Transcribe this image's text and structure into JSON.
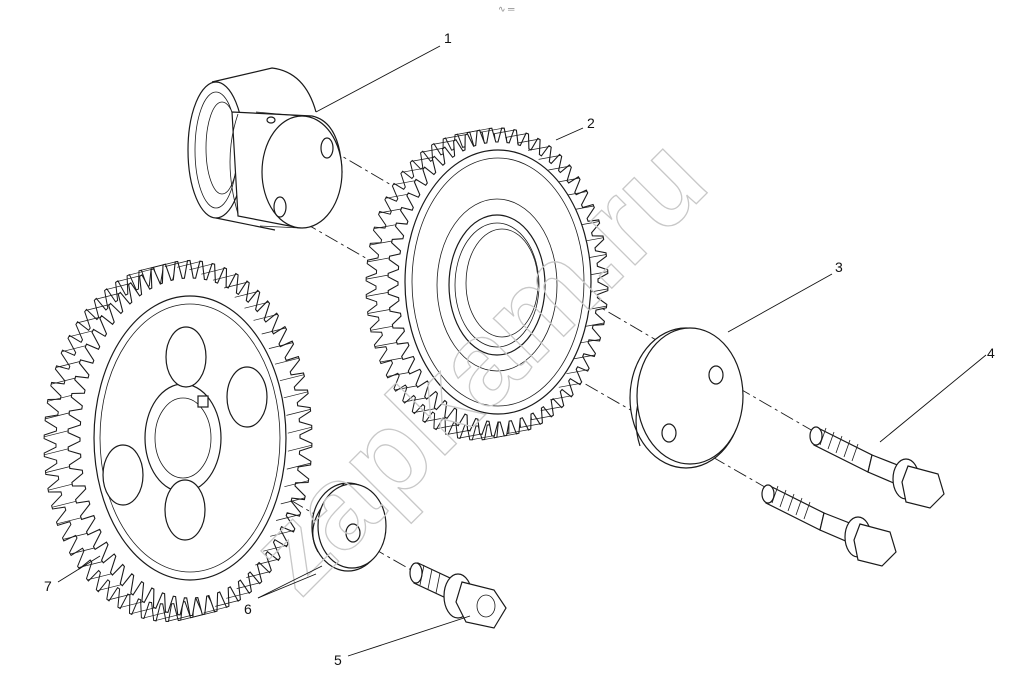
{
  "diagram": {
    "top_mark": "∿ ═",
    "watermark": "zapkam.ru",
    "callouts": [
      {
        "id": "1",
        "label": "1"
      },
      {
        "id": "2",
        "label": "2"
      },
      {
        "id": "3",
        "label": "3"
      },
      {
        "id": "4",
        "label": "4"
      },
      {
        "id": "5",
        "label": "5"
      },
      {
        "id": "6",
        "label": "6"
      },
      {
        "id": "7",
        "label": "7"
      }
    ]
  }
}
